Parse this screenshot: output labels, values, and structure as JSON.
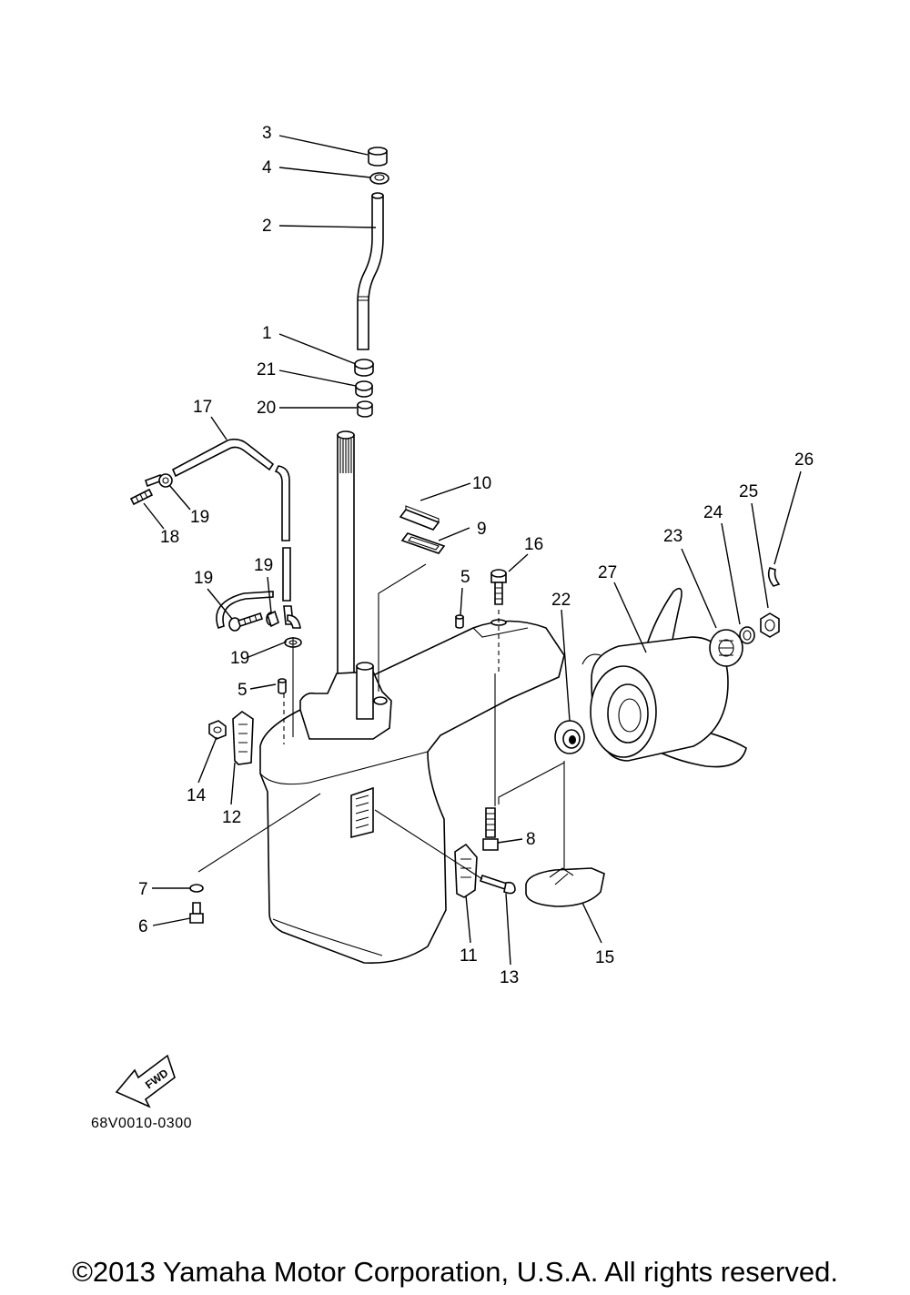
{
  "diagram": {
    "callouts": [
      {
        "id": "3",
        "label": "3"
      },
      {
        "id": "4",
        "label": "4"
      },
      {
        "id": "2",
        "label": "2"
      },
      {
        "id": "1",
        "label": "1"
      },
      {
        "id": "21",
        "label": "21"
      },
      {
        "id": "20",
        "label": "20"
      },
      {
        "id": "17",
        "label": "17"
      },
      {
        "id": "19a",
        "label": "19"
      },
      {
        "id": "18",
        "label": "18"
      },
      {
        "id": "10",
        "label": "10"
      },
      {
        "id": "9",
        "label": "9"
      },
      {
        "id": "26",
        "label": "26"
      },
      {
        "id": "25",
        "label": "25"
      },
      {
        "id": "24",
        "label": "24"
      },
      {
        "id": "23",
        "label": "23"
      },
      {
        "id": "16",
        "label": "16"
      },
      {
        "id": "5a",
        "label": "5"
      },
      {
        "id": "27",
        "label": "27"
      },
      {
        "id": "22",
        "label": "22"
      },
      {
        "id": "19b",
        "label": "19"
      },
      {
        "id": "19c",
        "label": "19"
      },
      {
        "id": "19d",
        "label": "19"
      },
      {
        "id": "5b",
        "label": "5"
      },
      {
        "id": "14",
        "label": "14"
      },
      {
        "id": "12",
        "label": "12"
      },
      {
        "id": "8",
        "label": "8"
      },
      {
        "id": "7",
        "label": "7"
      },
      {
        "id": "6",
        "label": "6"
      },
      {
        "id": "11",
        "label": "11"
      },
      {
        "id": "13",
        "label": "13"
      },
      {
        "id": "15",
        "label": "15"
      }
    ],
    "fwd_label": "FWD",
    "code": "68V0010-0300"
  },
  "footer": {
    "copyright": "©2013 Yamaha Motor Corporation, U.S.A. All rights reserved."
  }
}
